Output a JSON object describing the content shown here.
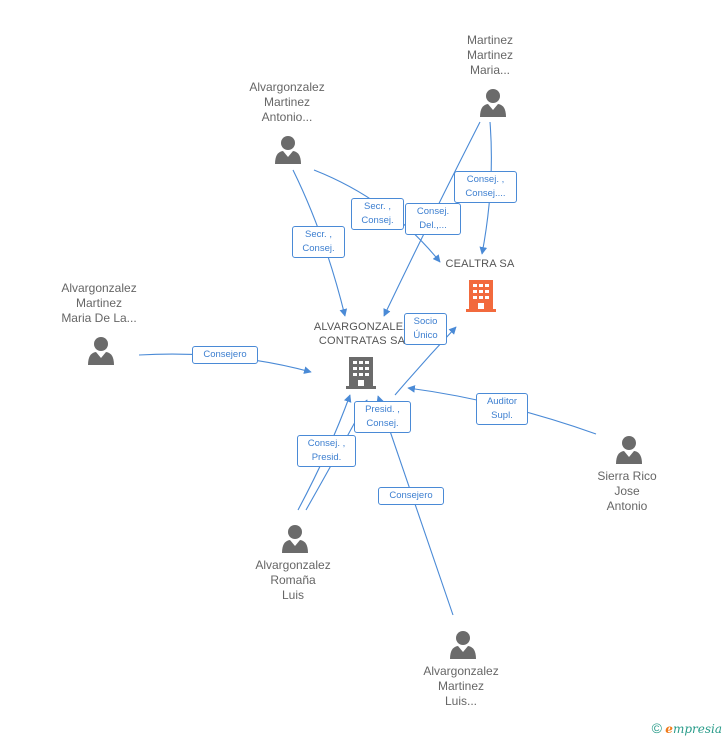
{
  "nodes": {
    "martinez_maria": {
      "label": "Martinez\nMartinez\nMaria..."
    },
    "antonio": {
      "label": "Alvargonzalez\nMartinez\nAntonio..."
    },
    "maria_de_la": {
      "label": "Alvargonzalez\nMartinez\nMaria De La..."
    },
    "sierra": {
      "label": "Sierra Rico\nJose\nAntonio"
    },
    "romana": {
      "label": "Alvargonzalez\nRomaña\nLuis"
    },
    "luis": {
      "label": "Alvargonzalez\nMartinez\nLuis..."
    }
  },
  "companies": {
    "cealtra": {
      "label": "CEALTRA SA",
      "color": "#f26a3d"
    },
    "contratas": {
      "label": "ALVARGONZALEZ\nCONTRATAS SA",
      "color": "#6b6b6b"
    }
  },
  "edge_labels": {
    "secr_consej_1": "Secr. ,\nConsej.",
    "secr_consej_2": "Secr. ,\nConsej.",
    "consej_del": "Consej.\nDel.,...",
    "consej_consej": "Consej. ,\nConsej....",
    "consejero_1": "Consejero",
    "socio_unico": "Socio\nÚnico",
    "presid_consej": "Presid. ,\nConsej.",
    "consej_presid": "Consej. ,\nPresid.",
    "auditor": "Auditor\nSupl.",
    "consejero_2": "Consejero"
  },
  "colors": {
    "edge": "#4a8ad6",
    "person": "#6b6b6b"
  },
  "footer": {
    "copyright": "©",
    "brand_e": "e",
    "brand_rest": "mpresia"
  }
}
